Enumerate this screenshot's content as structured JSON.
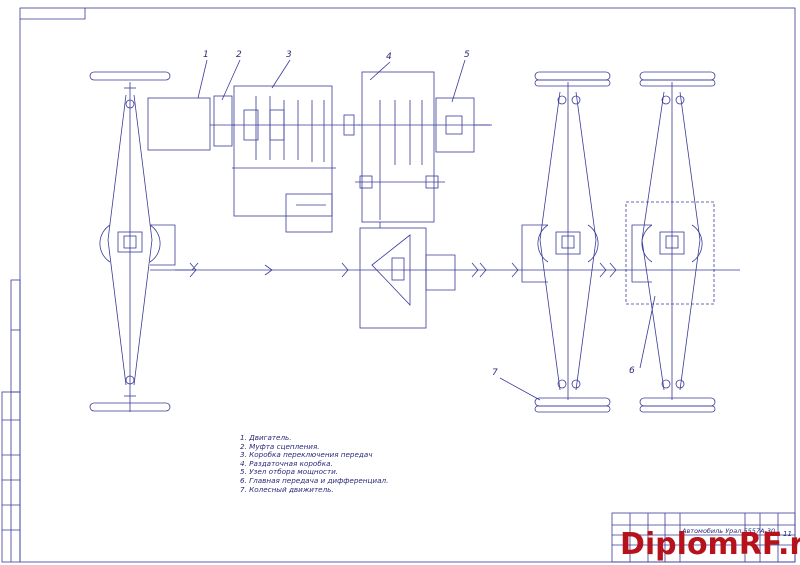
{
  "callouts": [
    "1",
    "2",
    "3",
    "4",
    "5",
    "6",
    "7"
  ],
  "legend": [
    "1. Двигатель.",
    "2. Муфта сцепления.",
    "3. Коробка переключения передач",
    "4. Раздаточная коробка.",
    "5. Узел отбора мощности.",
    "6. Главная передача и дифференциал.",
    "7. Колесный движитель."
  ],
  "title_block": {
    "designation": "Автомобиль Урал 5557A-30",
    "sheet": "11"
  },
  "watermark": "DiplomRF.ru",
  "colors": {
    "line": "#3a3a9a",
    "text": "#2a2a7a",
    "watermark": "#b5121b"
  }
}
